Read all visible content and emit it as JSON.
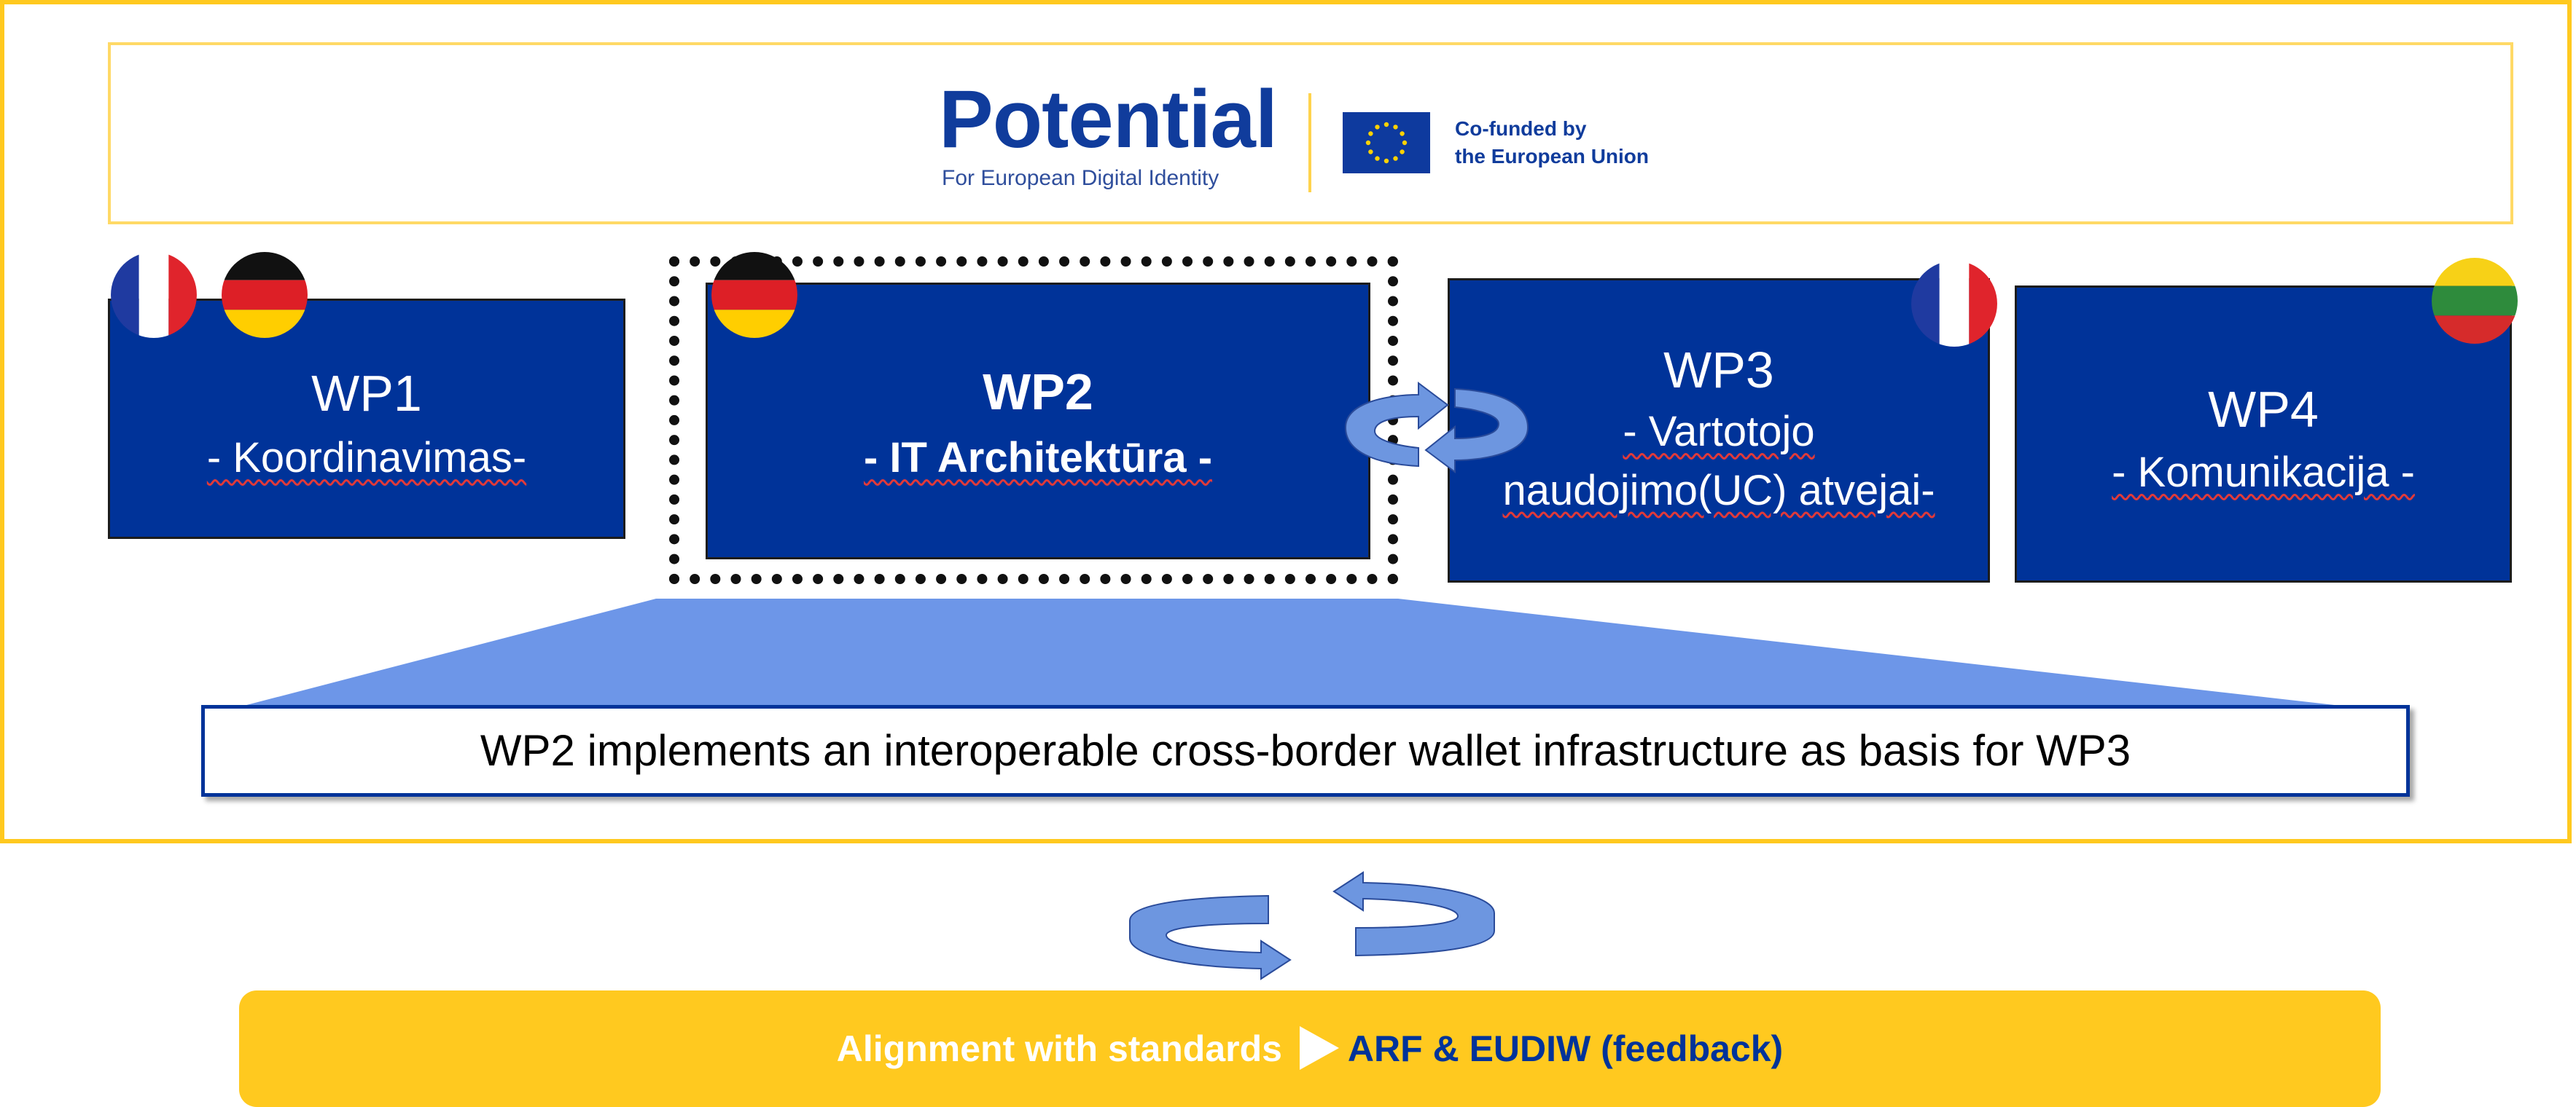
{
  "logo": {
    "name": "Potential",
    "tagline": "For European Digital Identity",
    "cofunded_line1": "Co-funded by",
    "cofunded_line2": "the European Union"
  },
  "work_packages": [
    {
      "title": "WP1",
      "subtitle_line1": "- Koordinavimas-",
      "subtitle_line2": "",
      "flags": [
        "france",
        "germany"
      ]
    },
    {
      "title": "WP2",
      "subtitle_line1": "- IT Architektūra -",
      "subtitle_line2": "",
      "flags": [
        "germany"
      ],
      "highlighted": true
    },
    {
      "title": "WP3",
      "subtitle_line1": "- Vartotojo",
      "subtitle_line2": "naudojimo(UC) atvejai-",
      "flags": [
        "france"
      ]
    },
    {
      "title": "WP4",
      "subtitle_line1": "- Komunikacija -",
      "subtitle_line2": "",
      "flags": [
        "lithuania"
      ]
    }
  ],
  "description": "WP2 implements an interoperable cross-border wallet infrastructure as basis for WP3",
  "alignment": {
    "prefix": "Alignment with standards",
    "highlight": "ARF & EUDIW (feedback)"
  },
  "colors": {
    "frame": "#FFC91F",
    "wp_box": "#003399",
    "alignment_bar": "#FFC91F",
    "highlight_text": "#003399",
    "arrow": "#6D96E0"
  },
  "icons": [
    "france-flag-icon",
    "germany-flag-icon",
    "lithuania-flag-icon",
    "eu-flag-icon",
    "cycle-arrows-icon",
    "play-triangle-icon"
  ]
}
